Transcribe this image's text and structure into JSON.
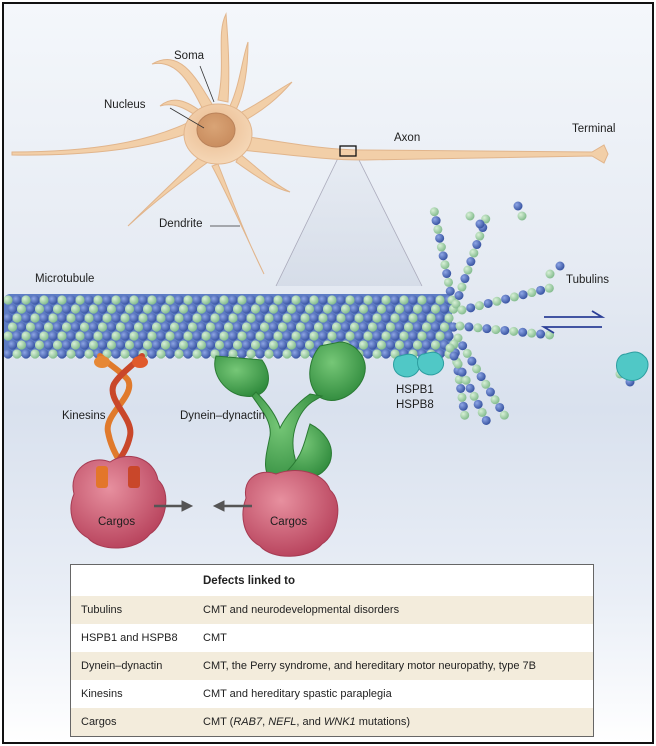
{
  "labels": {
    "soma": "Soma",
    "nucleus": "Nucleus",
    "axon": "Axon",
    "terminal": "Terminal",
    "dendrite": "Dendrite",
    "microtubule": "Microtubule",
    "tubulins": "Tubulins",
    "hspb1": "HSPB1",
    "hspb8": "HSPB8",
    "kinesins": "Kinesins",
    "dynein": "Dynein–dynactin",
    "cargo_left": "Cargos",
    "cargo_right": "Cargos"
  },
  "table": {
    "header": "Defects linked to",
    "rows": [
      {
        "protein": "Tubulins",
        "defect": "CMT and neurodevelopmental disorders"
      },
      {
        "protein": "HSPB1 and HSPB8",
        "defect": "CMT"
      },
      {
        "protein": "Dynein–dynactin",
        "defect": "CMT, the Perry syndrome, and hereditary motor neuropathy, type 7B"
      },
      {
        "protein": "Kinesins",
        "defect": "CMT and hereditary spastic paraplegia"
      },
      {
        "protein": "Cargos",
        "defect_prefix": "CMT (",
        "gene1": "RAB7",
        "sep1": ", ",
        "gene2": "NEFL",
        "sep2": ", and ",
        "gene3": "WNK1",
        "defect_suffix": " mutations)"
      }
    ]
  },
  "colors": {
    "neuron": "#f0c9a0",
    "tubulin_blue": "#4a66b8",
    "tubulin_green": "#9fd1a5",
    "kinesin": "#e4762a",
    "dynein": "#3c9b46",
    "cargo": "#c9556c",
    "hspb": "#4fc9c7",
    "table_shade": "#f3ecdc"
  }
}
